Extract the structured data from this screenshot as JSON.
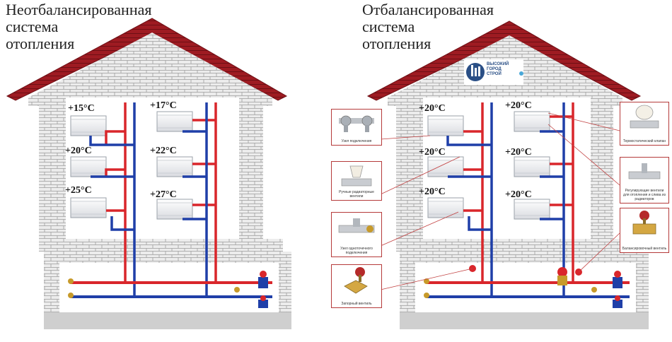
{
  "left": {
    "title_lines": [
      "Неотбалансированная",
      "система",
      "отопления"
    ],
    "temps": [
      "+15°C",
      "+17°C",
      "+20°C",
      "+22°C",
      "+25°C",
      "+27°C"
    ]
  },
  "right": {
    "title_lines": [
      "Отбалансированная",
      "система",
      "отопления"
    ],
    "temps": [
      "+20°C",
      "+20°C",
      "+20°C",
      "+20°C",
      "+20°C",
      "+20°C"
    ]
  },
  "logo": {
    "lines": [
      "ВЫСОКИЙ",
      "ГОРОД",
      "СТРОЙ"
    ]
  },
  "callouts": {
    "left": [
      "Узел подключения",
      "Ручные радиаторные вентили",
      "Узел одноточечного подключения",
      "Запорный вентиль"
    ],
    "right": [
      "Термостатический клапан",
      "Регулирующие вентили для отопления и слива из радиаторов",
      "Балансировочный вентиль"
    ]
  },
  "colors": {
    "roof": "#9e1b22",
    "brick": "#e8e8e8",
    "mortar": "#a9a9a9",
    "supply_pipe": "#d9262b",
    "return_pipe": "#1f3fa8",
    "callout_border": "#b53a3a"
  }
}
